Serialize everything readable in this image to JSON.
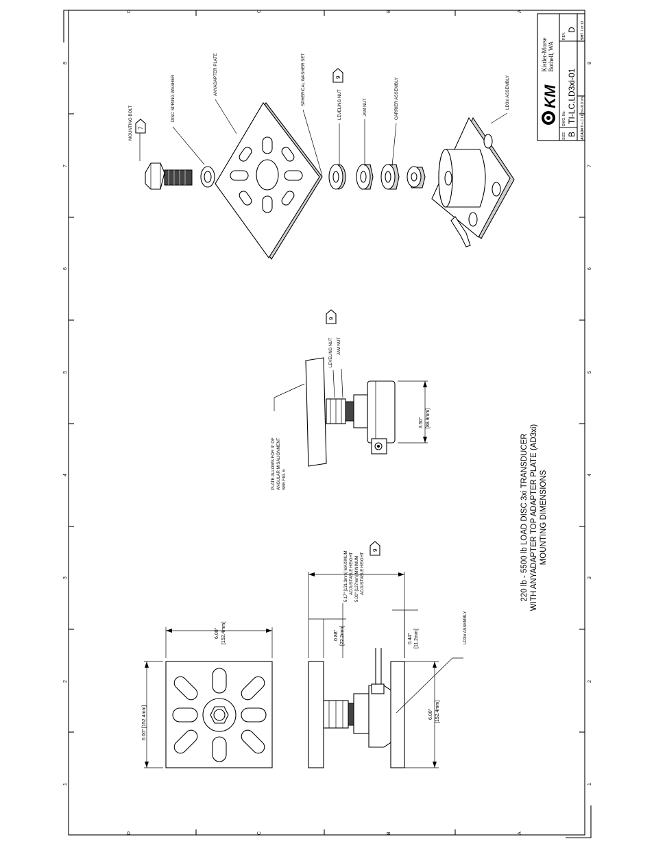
{
  "zone_letters": [
    "D",
    "C",
    "B",
    "A"
  ],
  "zone_numbers": [
    "8",
    "7",
    "6",
    "5",
    "4",
    "3",
    "2",
    "1"
  ],
  "title": {
    "line1": "220 lb - 5500 lb LOAD DISC 3xi TRANSDUCER",
    "line2": "WITH ANYADAPTER TOP ADAPTER PLATE (AD3xi)",
    "line3": "MOUNTING DIMENSIONS"
  },
  "title_block": {
    "logo": "KM",
    "company": "Kistler-Morse",
    "location": "Bothell, WA",
    "size_label": "SIZE",
    "size": "B",
    "dwg_label": "DWG. No.",
    "dwg_no": "TI-LC.LD3xi-01",
    "rev_label": "REV.",
    "rev": "D",
    "acad_label": "ACAD#",
    "acad": "TI-LC.LD3xi-01D sh7",
    "sheet_label": "SHT",
    "sheet": "7 of 13"
  },
  "exploded": {
    "mounting_bolt": "MOUNTING BOLT",
    "bolt_note": "7",
    "disc_spring_washer": "DISC SPRING WASHER",
    "anyadapter_plate": "ANYADAPTER PLATE",
    "spherical_washer_set": "SPHERICAL WASHER SET",
    "leveling_nut": "LEVELING NUT",
    "leveling_note": "9",
    "jam_nut": "JAM NUT",
    "carrier_assembly": "CARRIER ASSEMBLY",
    "ld3xi_assembly": "LD3xi ASSEMBLY"
  },
  "side_view": {
    "plate_note_1": "PLATE ALLOWS FOR 3° OF",
    "plate_note_2": "ANGULAR MISALIGNMENT",
    "plate_note_3": "SEE FIG. 6",
    "leveling_nut": "LEVELING NUT",
    "jam_nut": "JAM NUT",
    "note": "9",
    "dim_in": "3.50\"",
    "dim_mm": "[88.9mm]"
  },
  "elevation": {
    "max_1": "5.17\" [131.3mm] MAXIMUM",
    "max_2": "ADJUSTABLE HEIGHT",
    "min_1": "5.00\" [127mm] MINIMUM",
    "min_2": "ADJUSTABLE HEIGHT",
    "note": "9",
    "dim_088_in": "0.88\"",
    "dim_088_mm": "[22.2mm]",
    "dim_044_in": "0.44\"",
    "dim_044_mm": "[11.2mm]",
    "ld3xi_assembly": "LD3xi ASSEMBLY",
    "dim_600_in": "6.00\"",
    "dim_600_mm": "[152.4mm]"
  },
  "plan_view": {
    "dim_h": "6.00\" [152.4mm]",
    "dim_w_in": "6.00\"",
    "dim_w_mm": "[152.4mm]"
  }
}
